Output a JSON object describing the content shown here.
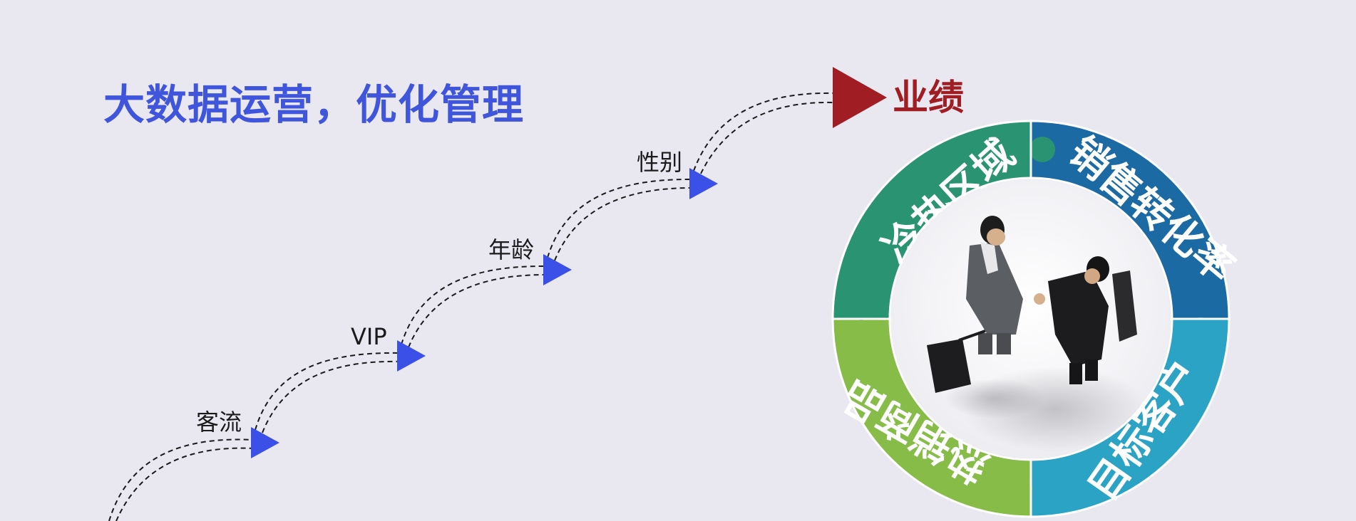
{
  "title": "大数据运营，优化管理",
  "steps": [
    {
      "label": "客流"
    },
    {
      "label": "VIP"
    },
    {
      "label": "年龄"
    },
    {
      "label": "性别"
    }
  ],
  "goal": {
    "label": "业绩"
  },
  "ring": {
    "segments": [
      {
        "id": "top-left",
        "label": "冷热区域",
        "color": "#2a9472"
      },
      {
        "id": "top-right",
        "label": "销售转化率",
        "color": "#1b6aa3"
      },
      {
        "id": "bottom-right",
        "label": "目标客户",
        "color": "#2ba3c4"
      },
      {
        "id": "bottom-left",
        "label": "热销商品",
        "color": "#86bc47"
      }
    ]
  },
  "colors": {
    "title": "#3f55dc",
    "step_arrow": "#3b50e6",
    "goal_arrow": "#a01e23",
    "background": "#e9e7f0"
  },
  "center_image": {
    "icon": "businessmen-handshake-illustration"
  }
}
